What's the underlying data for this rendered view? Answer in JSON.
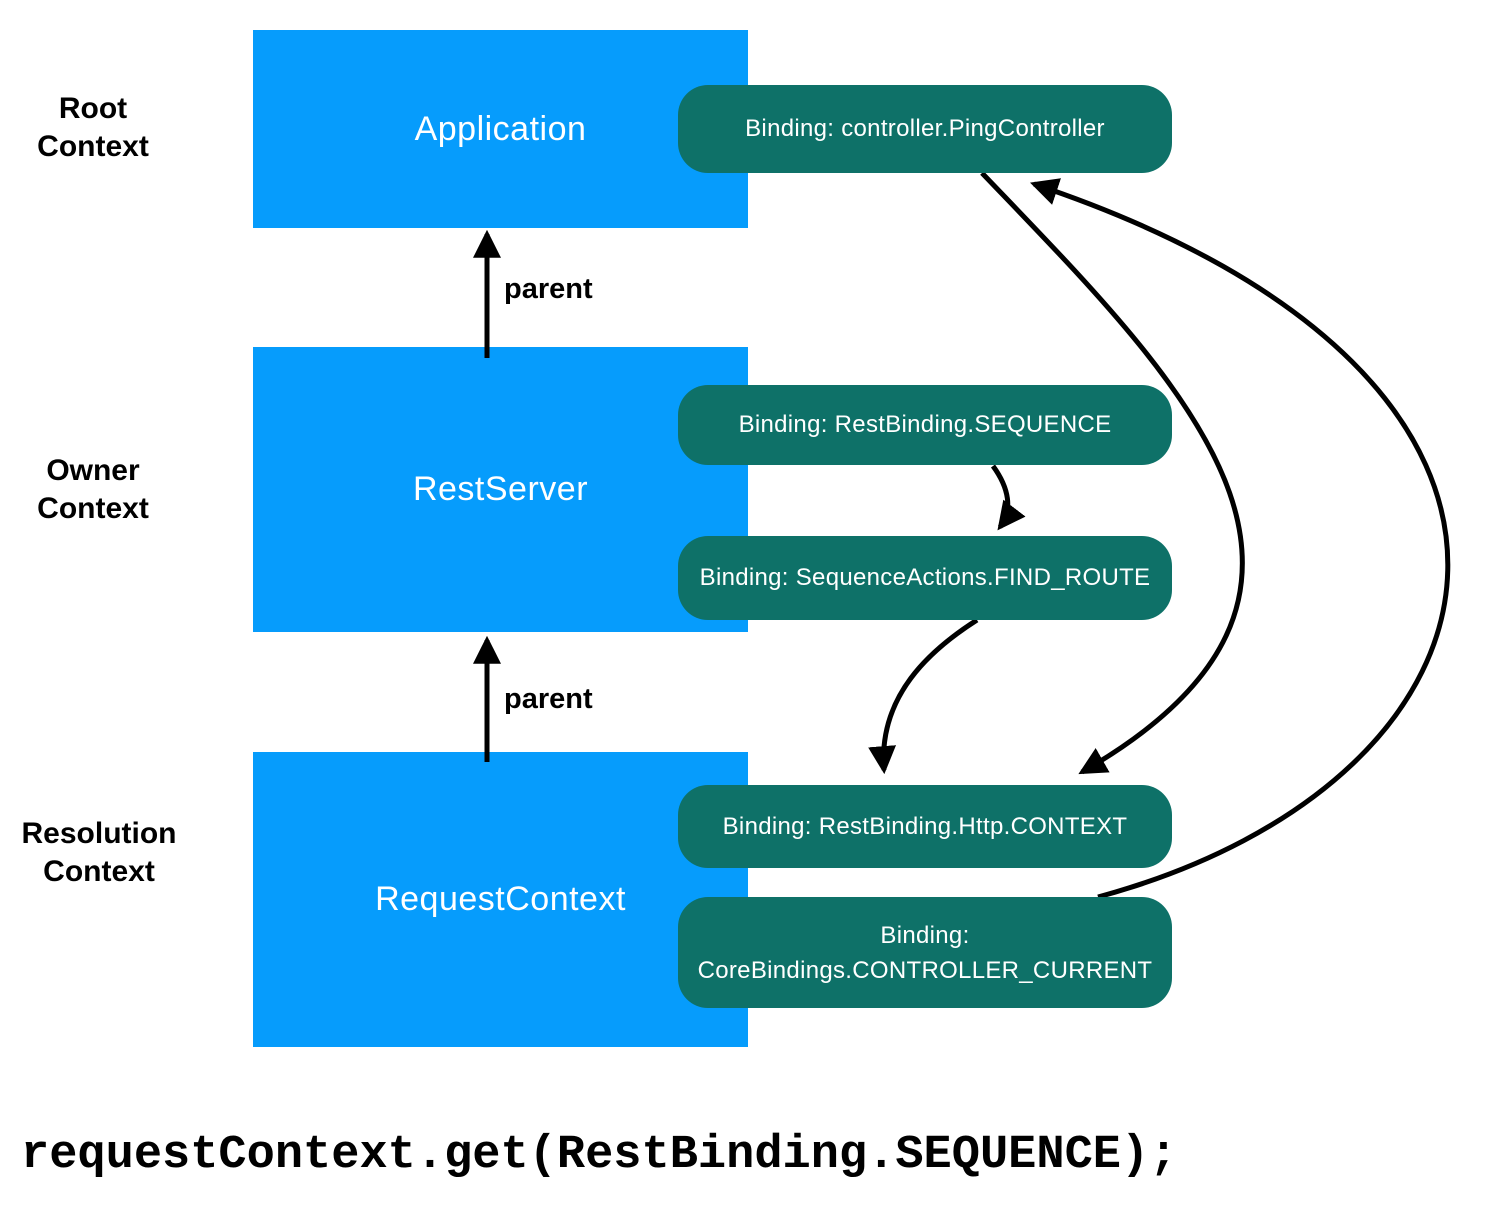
{
  "colors": {
    "canvas_bg": "#ffffff",
    "box_blue": "#069cfc",
    "pill_teal": "#0e7168",
    "pill_text": "#ffffff",
    "box_text": "#ffffff",
    "label_text": "#000000",
    "arrow_black": "#000000"
  },
  "context_labels": [
    {
      "id": "root",
      "line1": "Root",
      "line2": "Context"
    },
    {
      "id": "owner",
      "line1": "Owner",
      "line2": "Context"
    },
    {
      "id": "resolution",
      "line1": "Resolution",
      "line2": "Context"
    }
  ],
  "boxes": [
    {
      "id": "application",
      "label": "Application"
    },
    {
      "id": "restserver",
      "label": "RestServer"
    },
    {
      "id": "requestcontext",
      "label": "RequestContext"
    }
  ],
  "bindings": [
    {
      "id": "ping-controller",
      "label": "Binding: controller.PingController"
    },
    {
      "id": "rest-sequence",
      "label": "Binding: RestBinding.SEQUENCE"
    },
    {
      "id": "find-route",
      "label": "Binding: SequenceActions.FIND_ROUTE"
    },
    {
      "id": "http-context",
      "label": "Binding: RestBinding.Http.CONTEXT"
    },
    {
      "id": "controller-current",
      "label_line1": "Binding:",
      "label_line2": "CoreBindings.CONTROLLER_CURRENT"
    }
  ],
  "edge_labels": {
    "parent_top": "parent",
    "parent_bottom": "parent"
  },
  "connections": [
    {
      "from": "RequestContext",
      "to": "RestServer",
      "label": "parent"
    },
    {
      "from": "RestServer",
      "to": "Application",
      "label": "parent"
    },
    {
      "from": "rest-sequence",
      "to": "find-route"
    },
    {
      "from": "find-route",
      "to": "http-context"
    },
    {
      "from": "ping-controller",
      "to": "http-context"
    },
    {
      "from": "controller-current",
      "to": "ping-controller"
    }
  ],
  "code_line": "requestContext.get(RestBinding.SEQUENCE);"
}
